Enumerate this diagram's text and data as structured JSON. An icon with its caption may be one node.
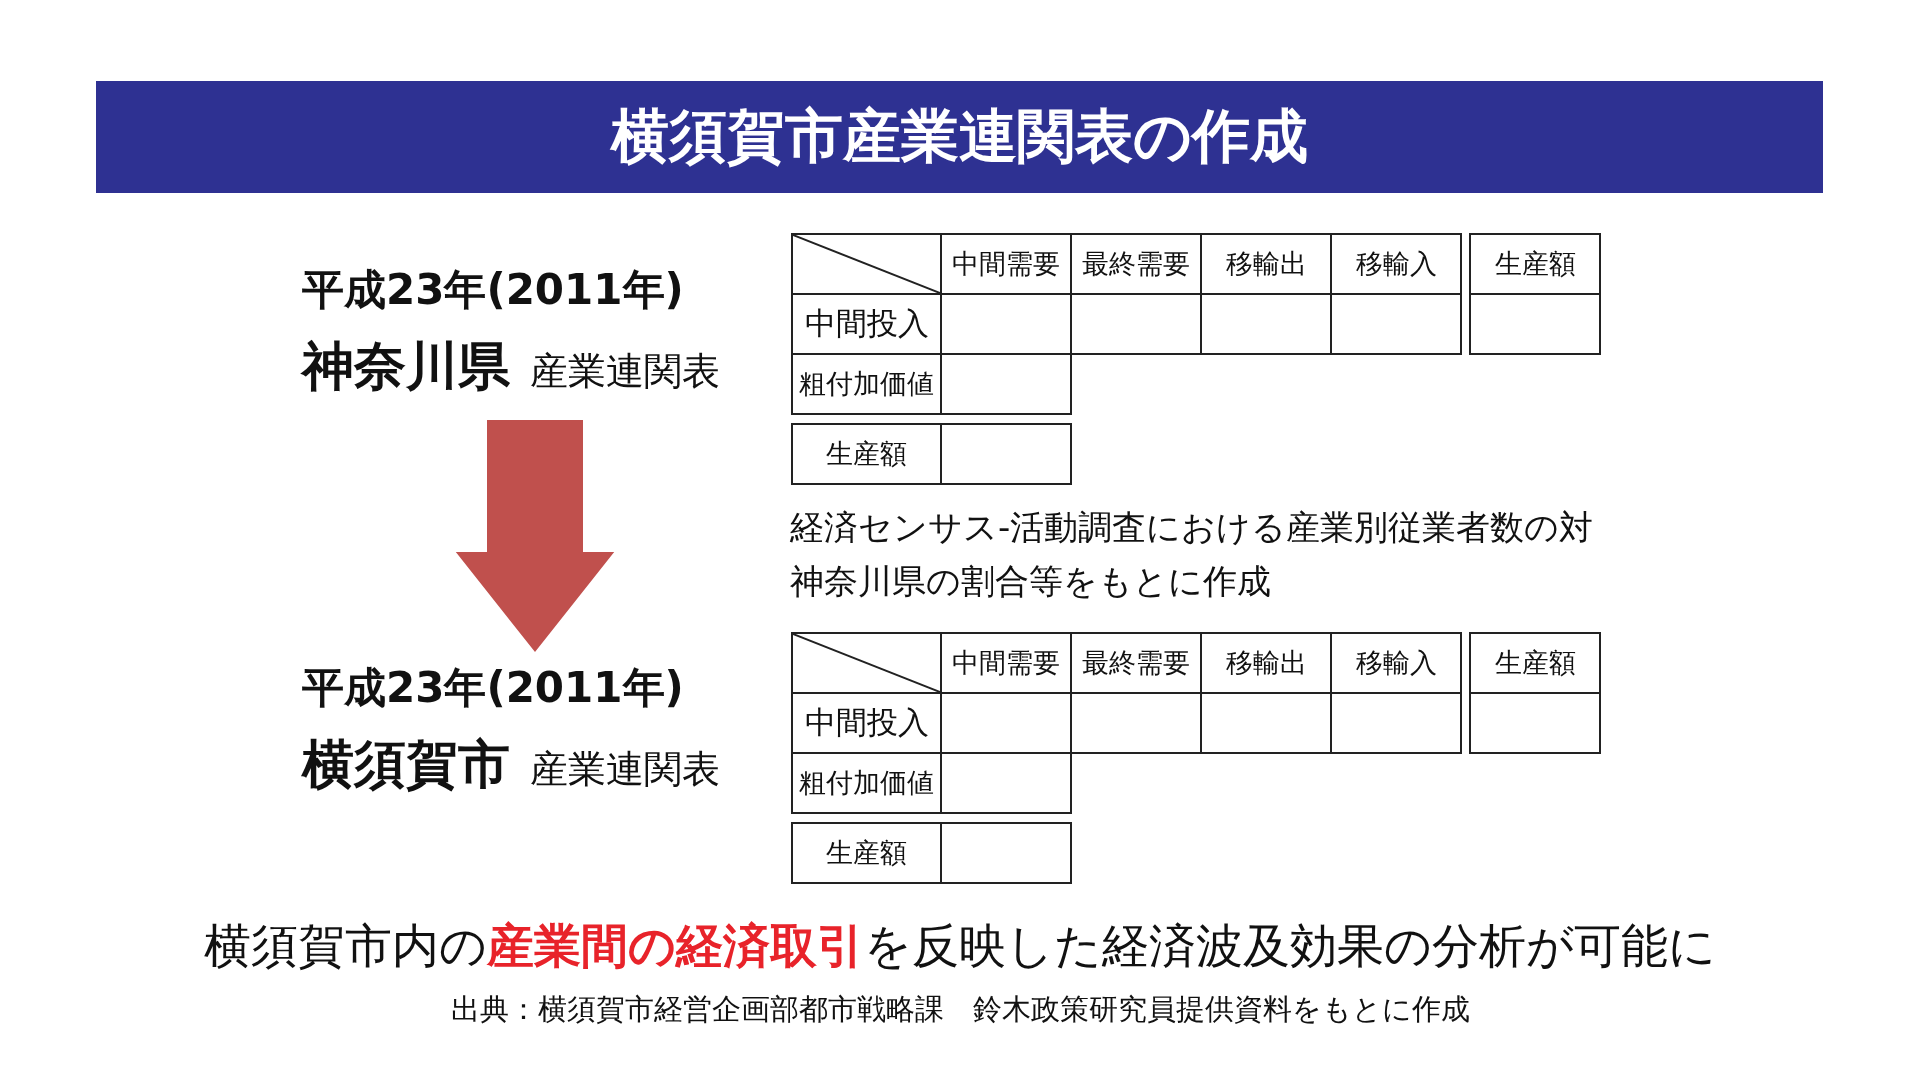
{
  "diagram": {
    "title": "横須賀市産業連関表の作成",
    "nodes": [
      {
        "text": [
          "平成23年(2011年)",
          "神奈川県",
          "産業連関表"
        ]
      },
      {
        "text": [
          "平成23年(2011年)",
          "横須賀市",
          "産業連関表"
        ]
      }
    ],
    "edges": [
      {
        "from": 0,
        "to": 1,
        "arrow": "to",
        "style": "thick"
      }
    ],
    "labels": [
      "中間需要",
      "最終需要",
      "移輸出",
      "移輸入",
      "生産額",
      "中間投入",
      "粗付加価値",
      "生産額",
      "経済センサス-活動調査における産業別従業者数の対神奈川県の割合等をもとに作成",
      "中間需要",
      "最終需要",
      "移輸出",
      "移輸入",
      "生産額",
      "中間投入",
      "粗付加価値",
      "生産額",
      "横須賀市内の**産業間の経済取引**を反映した経済波及効果の分析が可能に",
      "出典：横須賀市経営企画部都市戦略課　鈴木政策研究員提供資料をもとに作成"
    ]
  }
}
